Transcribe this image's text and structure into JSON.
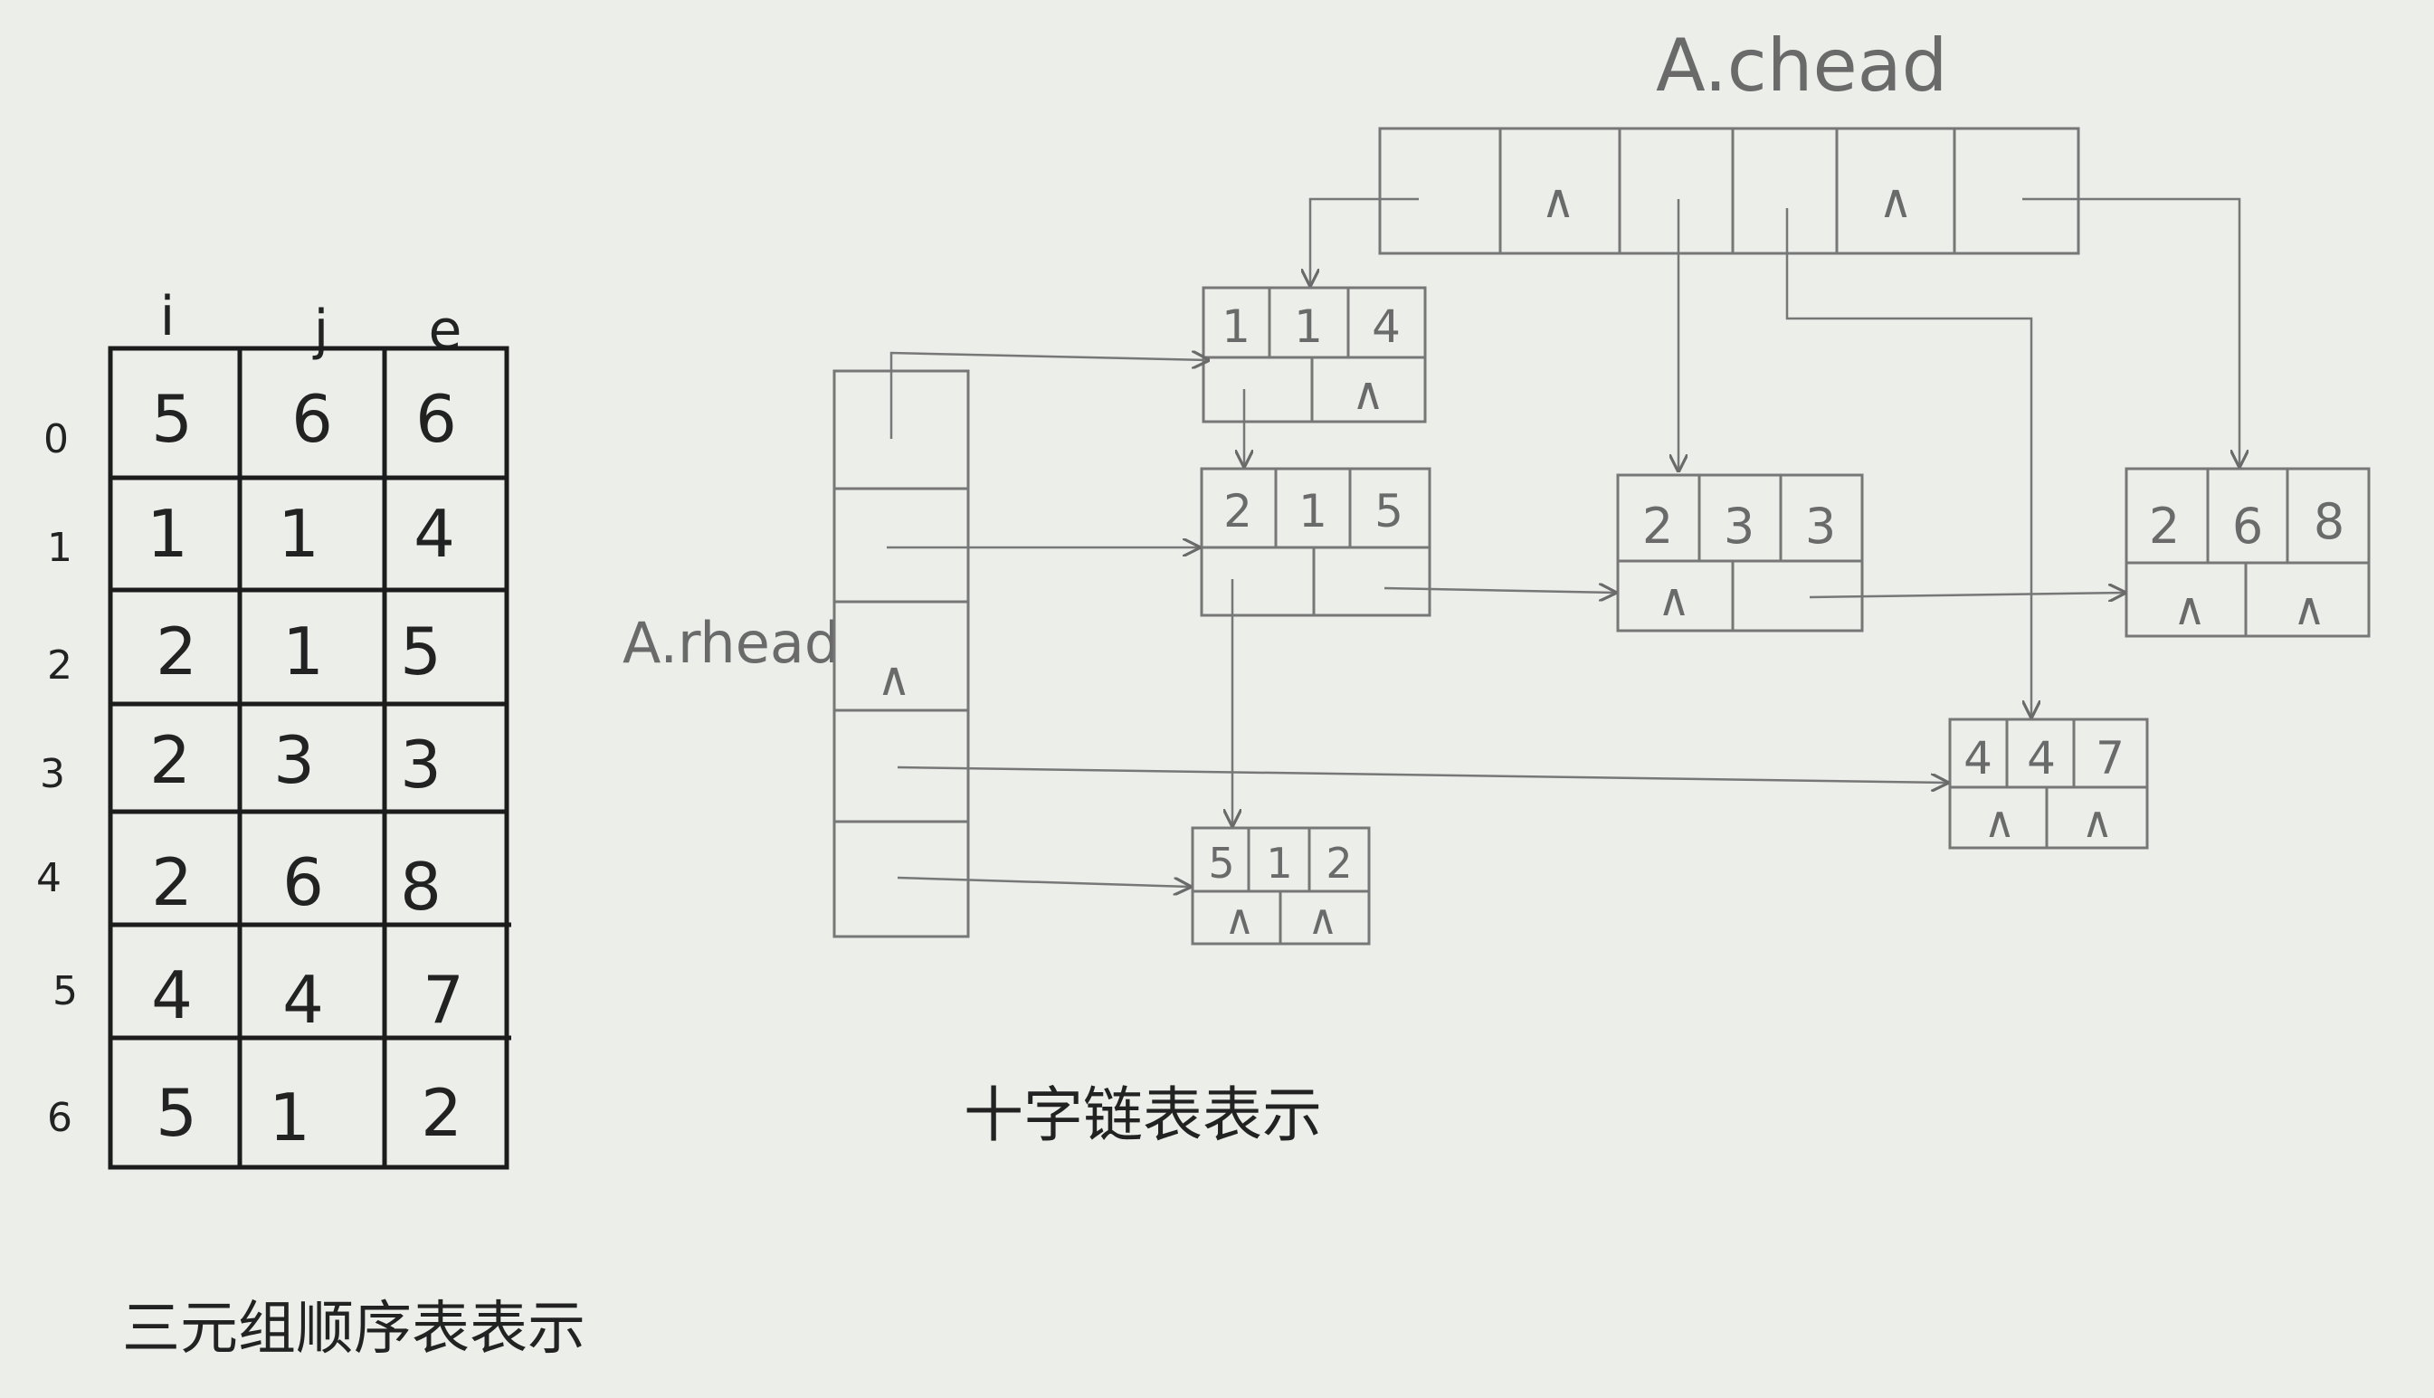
{
  "triplet_table": {
    "headers": [
      "i",
      "j",
      "e"
    ],
    "row_indices": [
      "0",
      "1",
      "2",
      "3",
      "4",
      "5",
      "6"
    ],
    "rows": [
      [
        "5",
        "6",
        "6"
      ],
      [
        "1",
        "1",
        "4"
      ],
      [
        "2",
        "1",
        "5"
      ],
      [
        "2",
        "3",
        "3"
      ],
      [
        "2",
        "6",
        "8"
      ],
      [
        "4",
        "4",
        "7"
      ],
      [
        "5",
        "1",
        "2"
      ]
    ],
    "caption": "三元组顺序表表示"
  },
  "cross_list": {
    "chead_label": "A.chead",
    "rhead_label": "A.rhead",
    "null_symbol": "∧",
    "nodes": [
      {
        "i": "1",
        "j": "1",
        "e": "4"
      },
      {
        "i": "2",
        "j": "1",
        "e": "5"
      },
      {
        "i": "2",
        "j": "3",
        "e": "3"
      },
      {
        "i": "2",
        "j": "6",
        "e": "8"
      },
      {
        "i": "4",
        "j": "4",
        "e": "7"
      },
      {
        "i": "5",
        "j": "1",
        "e": "2"
      }
    ],
    "caption": "十字链表表示"
  }
}
